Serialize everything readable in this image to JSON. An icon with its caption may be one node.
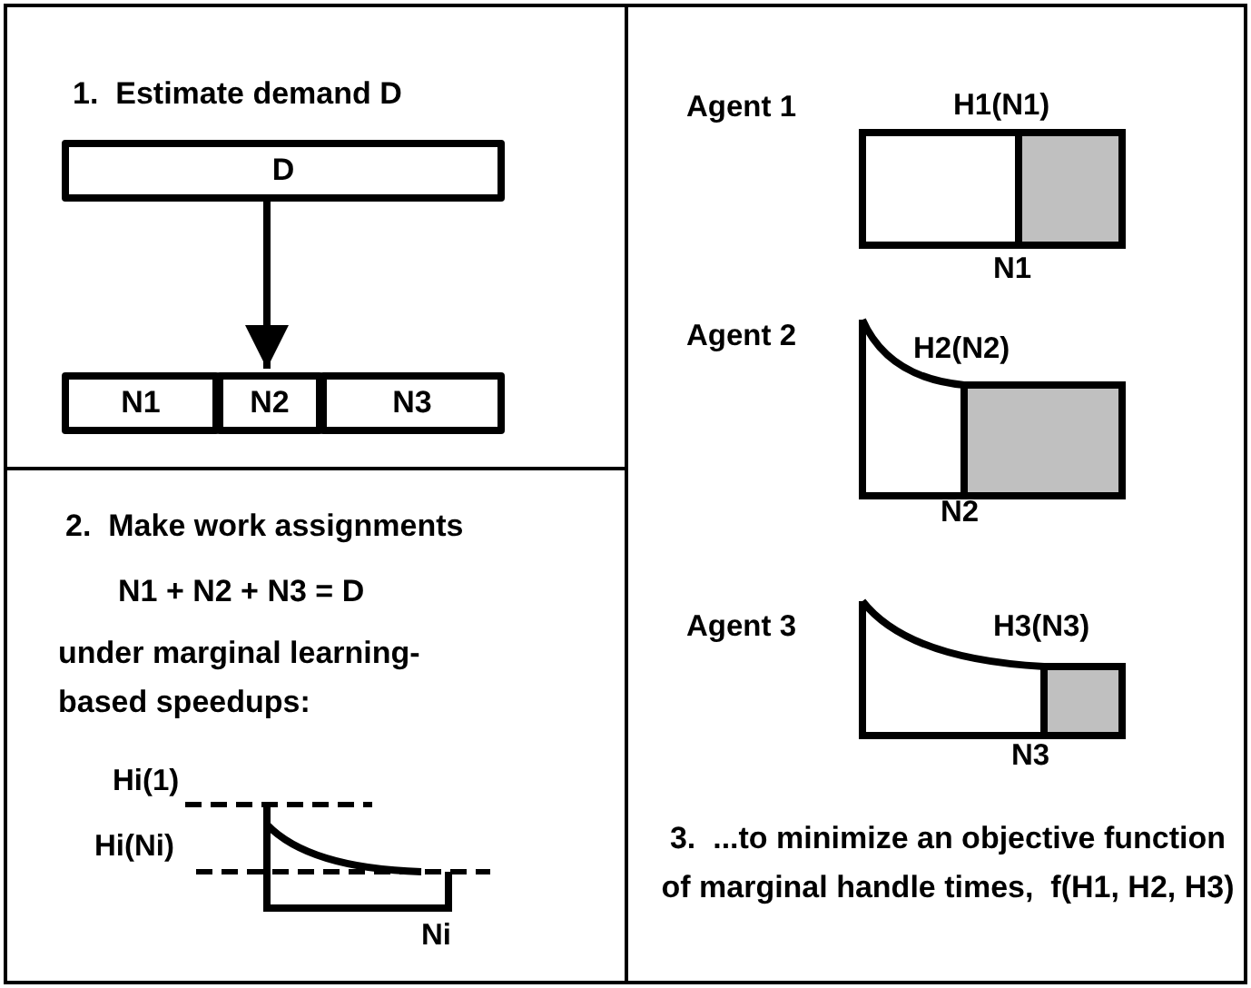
{
  "diagram": {
    "nodes": [
      {
        "text": [
          "1.  Estimate demand D"
        ]
      },
      {
        "text": [
          "D"
        ],
        "in": 0
      },
      {
        "text": [
          "N1"
        ],
        "in": 0
      },
      {
        "text": [
          "N2"
        ],
        "in": 0
      },
      {
        "text": [
          "N3"
        ],
        "in": 0
      },
      {
        "text": [
          "2.  Make work assignments",
          "N1 + N2 + N3 = D",
          "under marginal learning-based speedups:"
        ]
      },
      {
        "text": [
          "3.  ...to minimize an objective function of marginal handle times,  f(H1, H2, H3)"
        ]
      }
    ],
    "edges": [
      {
        "from": 1,
        "to": 3,
        "arrow": "to"
      }
    ],
    "labels": [
      "Agent 1",
      "H1(N1)",
      "N1",
      "Agent 2",
      "H2(N2)",
      "N2",
      "Agent 3",
      "H3(N3)",
      "N3",
      "Hi(1)",
      "Hi(Ni)",
      "Ni"
    ]
  }
}
